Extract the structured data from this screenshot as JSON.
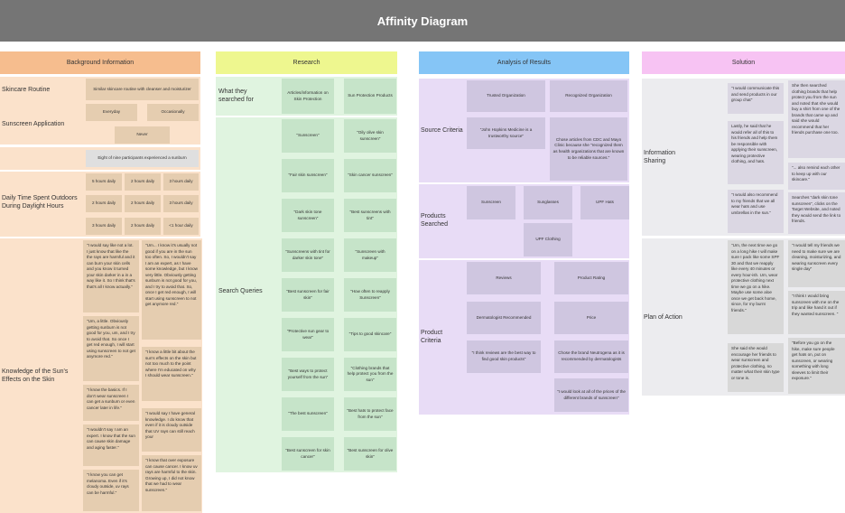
{
  "title": "Affinity Diagram",
  "colors": {
    "header": "#757575",
    "background_band": "#f6bd8e",
    "research_band": "#eef78f",
    "analysis_band": "#85c5f6",
    "solution_band": "#f7c3f3"
  },
  "columns": {
    "background": {
      "header": "Background Information",
      "rows": [
        {
          "label": "Skincare Routine",
          "notes": [
            "Similar skincare routine with cleanser and moisturizer"
          ]
        },
        {
          "label": "Sunscreen Application",
          "notes": [
            "Everyday",
            "Occasionally",
            "Never"
          ]
        },
        {
          "label": "",
          "notes": [
            "Eight of nine participants experienced a sunburn"
          ]
        },
        {
          "label": "Daily Time Spent Outdoors During Daylight Hours",
          "notes": [
            "5 hours daily",
            "2 hours daily",
            "3 hours daily",
            "2 hours daily",
            "2 hours daily",
            "3 hours daily",
            "3 hours daily",
            "2 hours daily",
            "<1 hour daily"
          ]
        },
        {
          "label": "Knowledge of the Sun's Effects on the Skin",
          "notes": [
            "\"I would say like  not a lot. I just know that like the the rays are harmful and it can burn your skin cells and you know it turned your skin darker in a in a way like it. So I think that's that's all I know actually.\"",
            "\"Um... I know it's usually not good if you are in the sun too often. So, I wouldn't say I am an expert, as I have some knowledge, but I know very little. Obviously getting sunburn is not good for you, and I try to avoid that. So, once I get red enough, I will start using sunscreen to not get anymore red.\"",
            "\"Um, a little. Obviously getting sunburn is not good for you, um, and I try to avoid that. So once I get red enough, I will start using sunscreen to not get anymore red.\"",
            "\"I know a little bit about the sun's effects on the skin but not too much to the point where I'm educated on why I should wear sunscreen.\"",
            "\"I know the basics. If I don't wear sunscreen I can get a sunburn or even cancer later in life.\"",
            "\"I would say I have general knowledge. I do know that even if it is cloudy outside that UV rays can still reach your",
            "\"I wouldn't say I am an expert. I know that the sun can cause skin damage and aging faster.\"",
            "\"I know that over exposure can cause cancer. I know uv rays are harmful to the skin. Growing up, I did not know that we had to wear sunscreen.\"",
            "\"I know you can get melanoma. Even if it's cloudy outside, uv rays can be harmful.\""
          ]
        }
      ]
    },
    "research": {
      "header": "Research",
      "rows": [
        {
          "label": "What they searched for",
          "notes": [
            "Articles/information on Skin Protection",
            "Sun Protection Products"
          ]
        },
        {
          "label": "Search Queries",
          "notes": [
            "\"Sunscreen\"",
            "\"Oily olive skin sunscreen\"",
            "\"Fair skin sunscreen\"",
            "\"Skin cancer sunscreen\"",
            "\"Dark skin tone sunscreen\"",
            "\"Best sunscreens with tint\"",
            "\"Sunscreens with tint for darker skin tone\"",
            "\"Sunscreen with makeup\"",
            "\"Best sunscreen for fair skin\"",
            "\"How often to reapply Sunscreen\"",
            "\"Protective sun gear to wear\"",
            "\"Tips to good skincare\"",
            "\"Best ways to protect yourself from the sun\"",
            "\"Clothing brands that help protect you from the sun\"",
            "\"The best sunscreen\"",
            "\"Best hats to protect face from the sun\"",
            "\"Best sunscreen for skin cancer\"",
            "\"Best sunscreen for olive skin\""
          ]
        }
      ]
    },
    "analysis": {
      "header": "Analysis of Results",
      "rows": [
        {
          "label": "Source Criteria",
          "notes": [
            "Trusted Organization",
            "Recognized Organization",
            "\"John Hopkins Medicine is a trustworthy source\"",
            "Chose articles from CDC and Mayo Clinic because she \"recognized them as health organizations that are known to be reliable sources.\""
          ]
        },
        {
          "label": "Products Searched",
          "notes": [
            "Sunscreen",
            "Sunglasses",
            "UPF Hats",
            "UPF Clothing"
          ]
        },
        {
          "label": "Product Criteria",
          "notes": [
            "Reviews",
            "Product Rating",
            "Dermatologist Recommended",
            "Price",
            "\"I think reviews are the best way to find good skin products\"",
            "Chose the brand Neutrogena as it is recommended by dermatologists",
            "\"I would look at all of the prices of the different brands of sunscreen\""
          ]
        }
      ]
    },
    "solution": {
      "header": "Solution",
      "rows": [
        {
          "label": "Information Sharing",
          "notes": [
            "\"I would communicate this and send products in our group chat\"",
            "She then searched clothing brands that help protect you from the sun and noted that she would buy a shirt from one of the brands that came up and said she would recommend that her friends purchase one too.",
            "Lastly, he said that he would refer all of this to his friends and help them be responsible with applying their sunscreen, wearing protective clothing, and hats.",
            "\"... also remind each other to keep up with our skincare.\"",
            "\"I would also recommend to my friends that we all wear hats and use umbrellas in the sun.\"",
            "Searches \"dark skin tone sunscreen\", clicks on the Target Website, and noted they would send the link to friends."
          ]
        },
        {
          "label": "Plan of Action",
          "notes": [
            "\"Um, the next time we go on a long hike I will make sure I pack like some SPF 30 and that we reapply like every 40 minutes or every hour-ish. Um, wear protective clothing next time we go on a hike. Maybe use some aloe once we get back home, since, for my burnt friends.\"",
            "\"I would tell my friends we need to make sure we are cleaning, moisturizing, and wearing sunscreen every single day\"",
            "\"I think I would bring sunscreen with me on the trip and like hand it out if they wanted sunscreen. \"",
            "She said she would encourage her friends to wear sunscreen and protective clothing, no matter what their skin type or tone is.",
            "\"Before you go on the hike, make sure people get hats on, put on sunscreen, or wearing something with long sleeves to limit their exposure.\""
          ]
        }
      ]
    }
  }
}
